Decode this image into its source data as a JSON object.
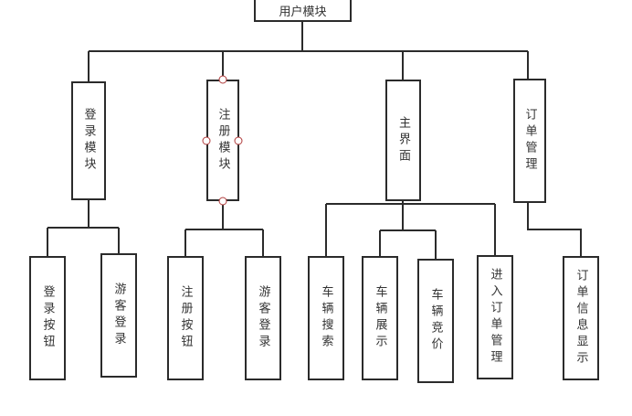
{
  "root": "用户模块",
  "modules": [
    {
      "label": "登录模块",
      "children": [
        "登录按钮",
        "游客登录"
      ]
    },
    {
      "label": "注册模块",
      "children": [
        "注册按钮",
        "游客登录"
      ]
    },
    {
      "label": "主界面",
      "children": [
        "车辆搜索",
        "车辆展示",
        "车辆竞价",
        "进入订单管理"
      ]
    },
    {
      "label": "订单管理",
      "children": [
        "订单信息显示"
      ]
    }
  ],
  "colors": {
    "line": "#2b2b2b",
    "selection_handle": "#b03a3a"
  }
}
